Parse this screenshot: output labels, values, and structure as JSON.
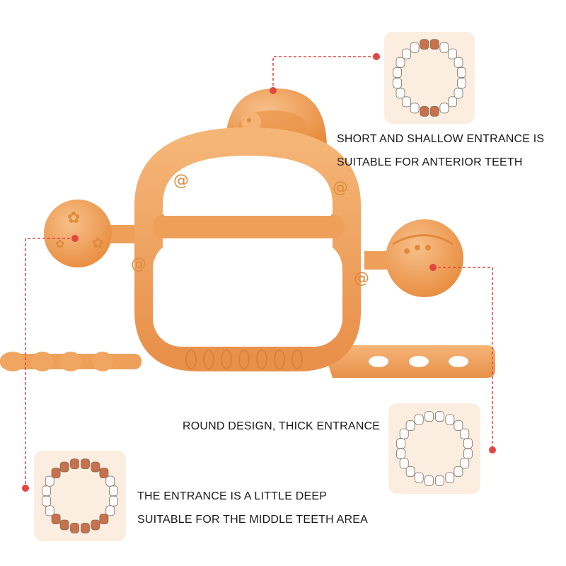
{
  "captions": {
    "top_line1": "SHORT AND SHALLOW ENTRANCE IS",
    "top_line2": "SUITABLE FOR ANTERIOR TEETH",
    "middle_line1": "ROUND DESIGN, THICK ENTRANCE",
    "bottom_line1": "THE ENTRANCE IS A LITTLE DEEP",
    "bottom_line2": "SUITABLE FOR THE MIDDLE TEETH AREA"
  },
  "colors": {
    "teether_orange": "#f0a25a",
    "teether_dark": "#e08a3c",
    "card_bg": "#fbeee0",
    "tooth_highlight": "#c9714a",
    "tooth_plain": "#ffffff",
    "leader_red": "#e3453f",
    "text": "#1a1a1a"
  },
  "tooth_charts": [
    {
      "highlighted_region": "anterior"
    },
    {
      "highlighted_region": "none"
    },
    {
      "highlighted_region": "middle"
    }
  ]
}
